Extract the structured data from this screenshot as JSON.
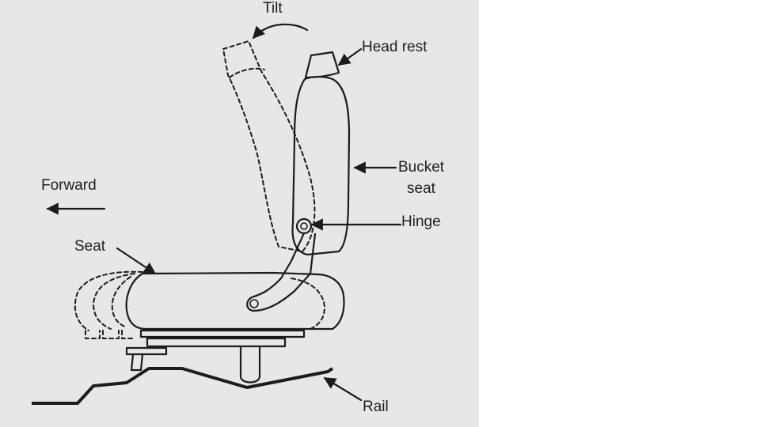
{
  "labels": {
    "tilt": "Tilt",
    "head_rest": "Head rest",
    "bucket_seat_line1": "Bucket",
    "bucket_seat_line2": "seat",
    "forward": "Forward",
    "hinge": "Hinge",
    "seat": "Seat",
    "rail": "Rail"
  },
  "colors": {
    "background": "#e9e6e6",
    "ink": "#1c1c1c",
    "page": "#ffffff"
  }
}
